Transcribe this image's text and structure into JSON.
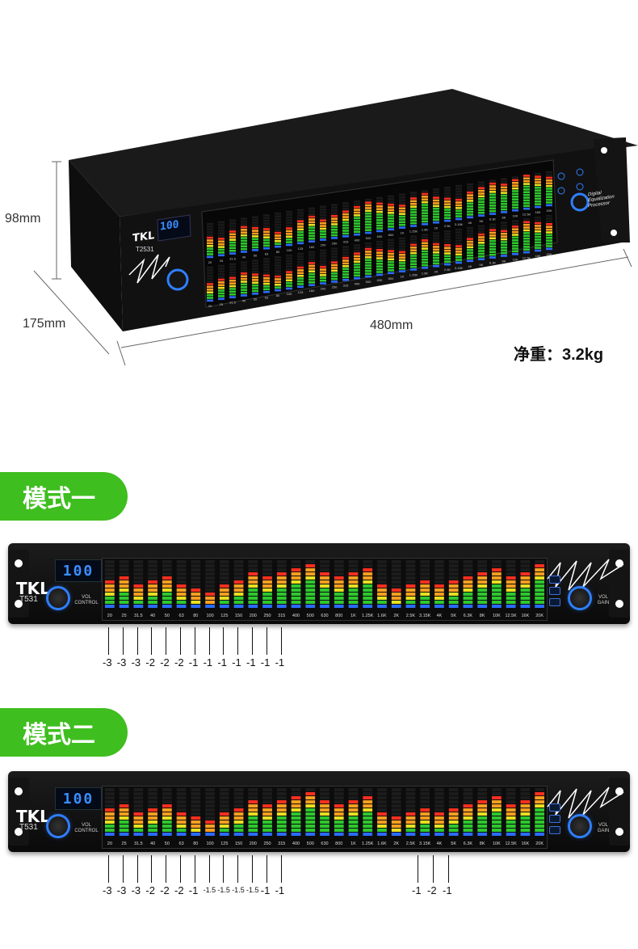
{
  "dimensions": {
    "height": "98mm",
    "depth": "175mm",
    "width": "480mm",
    "weight": "净重：3.2kg"
  },
  "device": {
    "brand": "TKL",
    "model_3d": "T2531",
    "model_front": "T531",
    "display_value": "100",
    "vol_label_top": "VOL",
    "vol_label_bottom": "CONTROL",
    "gain_label_top": "VOL",
    "gain_label_bottom": "GAIN",
    "side_text": [
      "Digital",
      "Equalization",
      "Processor"
    ],
    "accent_color": "#2f7fff"
  },
  "bands": [
    "20",
    "25",
    "31.5",
    "40",
    "50",
    "63",
    "80",
    "100",
    "125",
    "160",
    "200",
    "250",
    "315",
    "400",
    "500",
    "630",
    "800",
    "1K",
    "1.25K",
    "1.6K",
    "2K",
    "2.5K",
    "3.15K",
    "4K",
    "5K",
    "6.3K",
    "8K",
    "10K",
    "12.5K",
    "16K",
    "20K"
  ],
  "front_bands": [
    "20",
    "25",
    "31.5",
    "40",
    "50",
    "63",
    "80",
    "100",
    "125",
    "150",
    "200",
    "250",
    "315",
    "400",
    "500",
    "630",
    "800",
    "1K",
    "1.25K",
    "1.6K",
    "2K",
    "2.5K",
    "3.15K",
    "4K",
    "5K",
    "6.3K",
    "8K",
    "10K",
    "12.5K",
    "16K",
    "20K"
  ],
  "mode1": {
    "title": "模式一",
    "levels": [
      7,
      8,
      6,
      7,
      8,
      6,
      5,
      4,
      6,
      7,
      9,
      8,
      9,
      10,
      11,
      9,
      8,
      9,
      10,
      6,
      5,
      6,
      7,
      6,
      7,
      8,
      9,
      10,
      8,
      9,
      11
    ],
    "settings": [
      "-3",
      "-3",
      "-3",
      "-2",
      "-2",
      "-2",
      "-1",
      "-1",
      "-1",
      "-1",
      "-1",
      "-1",
      "-1"
    ]
  },
  "mode2": {
    "title": "模式二",
    "levels": [
      7,
      8,
      6,
      7,
      8,
      6,
      5,
      4,
      6,
      7,
      9,
      8,
      9,
      10,
      11,
      9,
      8,
      9,
      10,
      6,
      5,
      6,
      7,
      6,
      7,
      8,
      9,
      10,
      8,
      9,
      11
    ],
    "settings_left": [
      "-3",
      "-3",
      "-3",
      "-2",
      "-2",
      "-2",
      "-1",
      "-1.5",
      "-1.5",
      "-1.5",
      "-1.5",
      "-1",
      "-1"
    ],
    "settings_right": [
      "-1",
      "-2",
      "-1"
    ]
  },
  "levels_3d_top": [
    8,
    7,
    9,
    10,
    9,
    8,
    6,
    7,
    9,
    10,
    8,
    9,
    10,
    11,
    12,
    11,
    10,
    9,
    11,
    12,
    10,
    9,
    8,
    10,
    11,
    12,
    11,
    12,
    13,
    12,
    11
  ],
  "levels_3d_bottom": [
    7,
    8,
    8,
    9,
    8,
    7,
    6,
    7,
    8,
    9,
    7,
    8,
    9,
    10,
    11,
    10,
    9,
    8,
    10,
    11,
    9,
    8,
    7,
    9,
    10,
    11,
    10,
    11,
    12,
    11,
    10
  ]
}
